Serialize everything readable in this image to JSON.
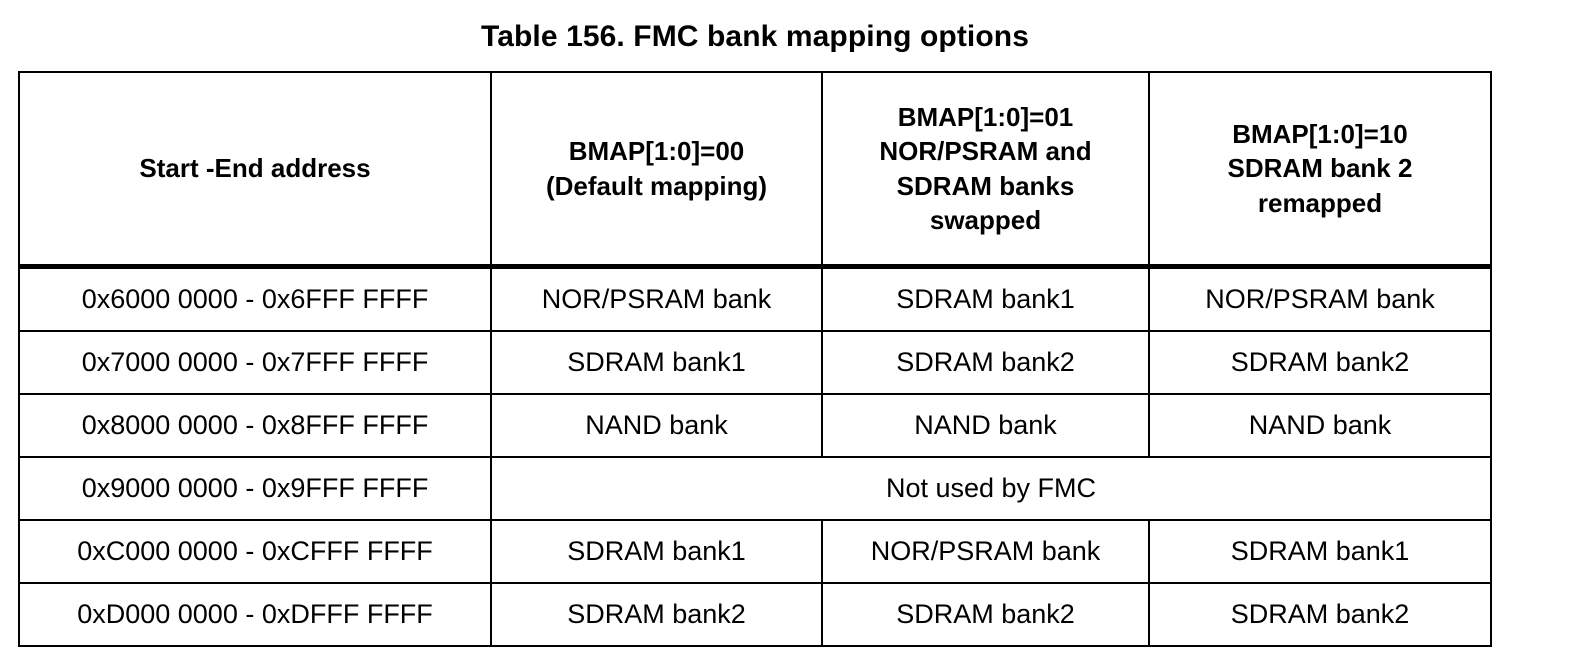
{
  "table": {
    "caption": "Table 156. FMC bank mapping options",
    "headers": [
      {
        "lines": [
          "Start -End address"
        ]
      },
      {
        "lines": [
          "BMAP[1:0]=00",
          "(Default mapping)"
        ]
      },
      {
        "lines": [
          "BMAP[1:0]=01",
          "NOR/PSRAM and",
          "SDRAM banks",
          "swapped"
        ]
      },
      {
        "lines": [
          "BMAP[1:0]=10",
          "SDRAM bank 2",
          "remapped"
        ]
      }
    ],
    "rows": [
      {
        "address": "0x6000 0000 - 0x6FFF FFFF",
        "bmap00": "NOR/PSRAM bank",
        "bmap01": "SDRAM bank1",
        "bmap10": "NOR/PSRAM bank",
        "merged": null
      },
      {
        "address": "0x7000 0000 - 0x7FFF FFFF",
        "bmap00": "SDRAM bank1",
        "bmap01": "SDRAM bank2",
        "bmap10": "SDRAM bank2",
        "merged": null
      },
      {
        "address": "0x8000 0000 - 0x8FFF FFFF",
        "bmap00": "NAND bank",
        "bmap01": "NAND bank",
        "bmap10": "NAND bank",
        "merged": null
      },
      {
        "address": "0x9000 0000 - 0x9FFF FFFF",
        "bmap00": null,
        "bmap01": null,
        "bmap10": null,
        "merged": "Not used by FMC"
      },
      {
        "address": "0xC000 0000 - 0xCFFF FFFF",
        "bmap00": "SDRAM bank1",
        "bmap01": "NOR/PSRAM bank",
        "bmap10": "SDRAM bank1",
        "merged": null
      },
      {
        "address": "0xD000 0000 - 0xDFFF FFFF",
        "bmap00": "SDRAM bank2",
        "bmap01": "SDRAM bank2",
        "bmap10": "SDRAM bank2",
        "merged": null
      }
    ]
  },
  "colors": {
    "background": "#ffffff",
    "text": "#000000",
    "border": "#000000"
  }
}
